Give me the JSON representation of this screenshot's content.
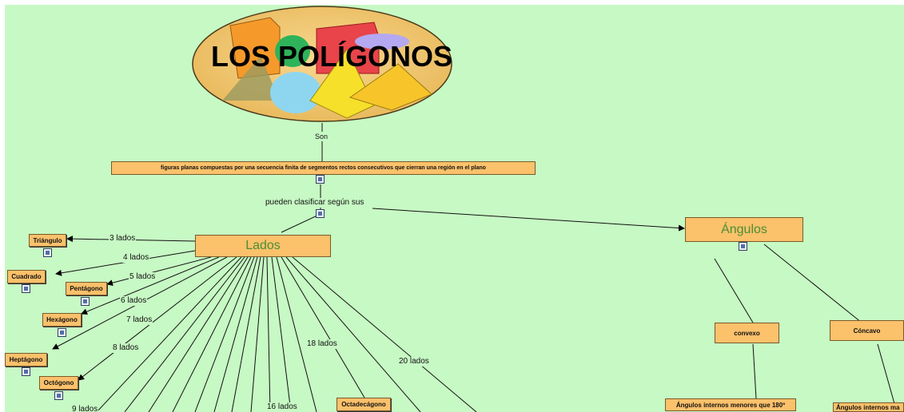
{
  "title": "LOS POLÍGONOS",
  "link_son": "Son",
  "definition": "figuras planas compuestas por una secuencia finita de segmentos  rectos consecutivos que cierran una región en el plano",
  "link_classify": "pueden clasificar según sus",
  "lados": {
    "label": "Lados",
    "links": {
      "l3": "3 lados",
      "l4": "4 lados",
      "l5": "5 lados",
      "l6": "6 lados",
      "l7": "7 lados",
      "l8": "8 lados",
      "l9": "9 lados",
      "l16": "16 lados",
      "l18": "18 lados",
      "l20": "20 lados"
    },
    "shapes": {
      "triangulo": "Triángulo",
      "cuadrado": "Cuadrado",
      "pentagono": "Pentágono",
      "hexagono": "Hexágono",
      "heptagono": "Heptágono",
      "octogono": "Octógono",
      "octadecagono": "Octadecágono"
    }
  },
  "angulos": {
    "label": "Ángulos",
    "convexo": "convexo",
    "concavo": "Cóncavo",
    "convexo_desc": "Ángulos internos menores que 180º",
    "concavo_desc": "Ángulos internos ma"
  },
  "colors": {
    "background": "#c7f9c4",
    "box": "#fbc16b",
    "accent_text": "#4a8f35"
  }
}
